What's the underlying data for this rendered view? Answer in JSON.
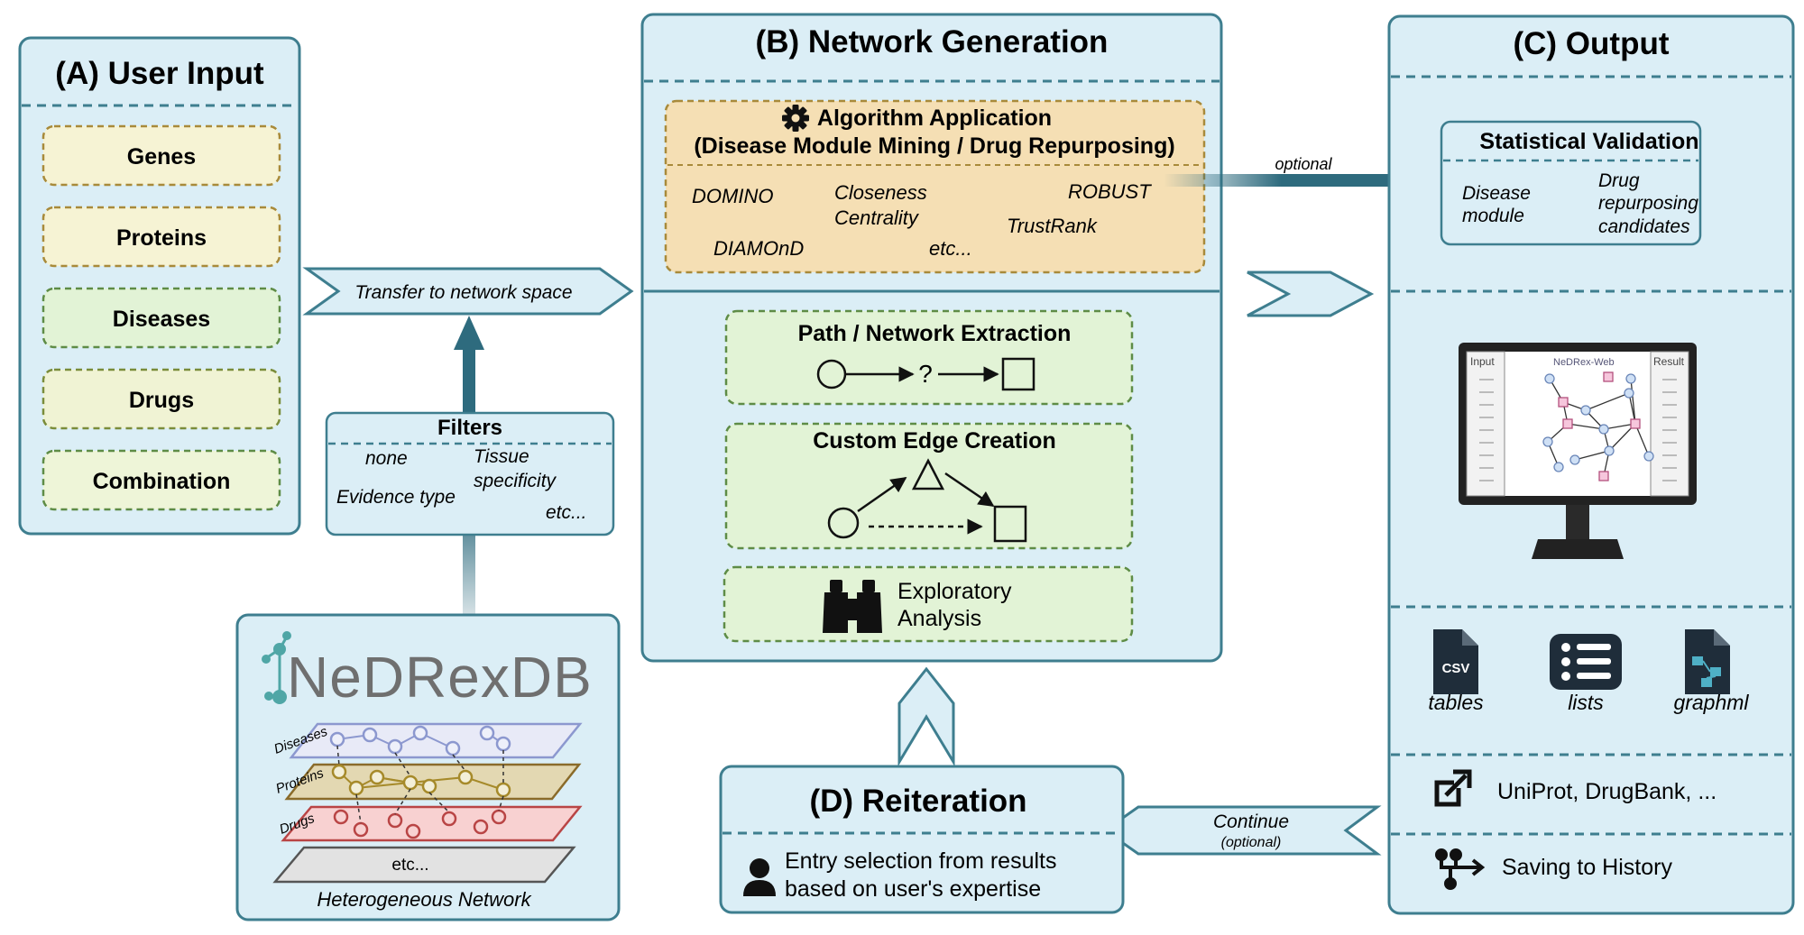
{
  "panel_a": {
    "title": "(A) User Input",
    "items": [
      "Genes",
      "Proteins",
      "Diseases",
      "Drugs",
      "Combination"
    ]
  },
  "transfer_label": "Transfer to network space",
  "filters": {
    "title": "Filters",
    "items": [
      "none",
      "Tissue",
      "specificity",
      "Evidence type",
      "etc..."
    ]
  },
  "nedrex_db": {
    "logo": "NeDRexDB",
    "layers": [
      "Diseases",
      "Proteins",
      "Drugs"
    ],
    "etc_label": "etc...",
    "caption": "Heterogeneous Network"
  },
  "panel_b": {
    "title": "(B) Network Generation",
    "algorithm": {
      "title1": "Algorithm Application",
      "title2": "(Disease Module Mining / Drug Repurposing)",
      "methods": [
        "DOMINO",
        "Closeness",
        "Centrality",
        "ROBUST",
        "TrustRank",
        "DIAMOnD",
        "etc..."
      ]
    },
    "path_title": "Path / Network Extraction",
    "path_question": "?",
    "edge_title": "Custom Edge Creation",
    "exploratory": [
      "Exploratory",
      "Analysis"
    ]
  },
  "optional_label": "optional",
  "panel_c": {
    "title": "(C) Output",
    "validation": {
      "title": "Statistical Validation",
      "items": [
        "Disease",
        "module",
        "Drug",
        "repurposing",
        "candidates"
      ]
    },
    "screen": {
      "input_label": "Input",
      "result_label": "Result",
      "app_name": "NeDRex-Web"
    },
    "files": [
      {
        "icon": "csv-file-icon",
        "badge": "CSV",
        "label": "tables"
      },
      {
        "icon": "list-icon",
        "label": "lists"
      },
      {
        "icon": "graphml-file-icon",
        "label": "graphml"
      }
    ],
    "links_label": "UniProt, DrugBank, ...",
    "history_label": "Saving to History"
  },
  "continue_label": "Continue",
  "continue_sub": "(optional)",
  "panel_d": {
    "title": "(D) Reiteration",
    "text1": "Entry selection from results",
    "text2": "based on user's expertise"
  },
  "colors": {
    "panel_fill": "#dbeef6",
    "panel_stroke": "#3e7e8f",
    "arrow": "#2e6b7e",
    "yellow_fill": "#f6f3d4",
    "green_fill": "#e2f3d6",
    "orange_fill": "#f5dfb4"
  }
}
